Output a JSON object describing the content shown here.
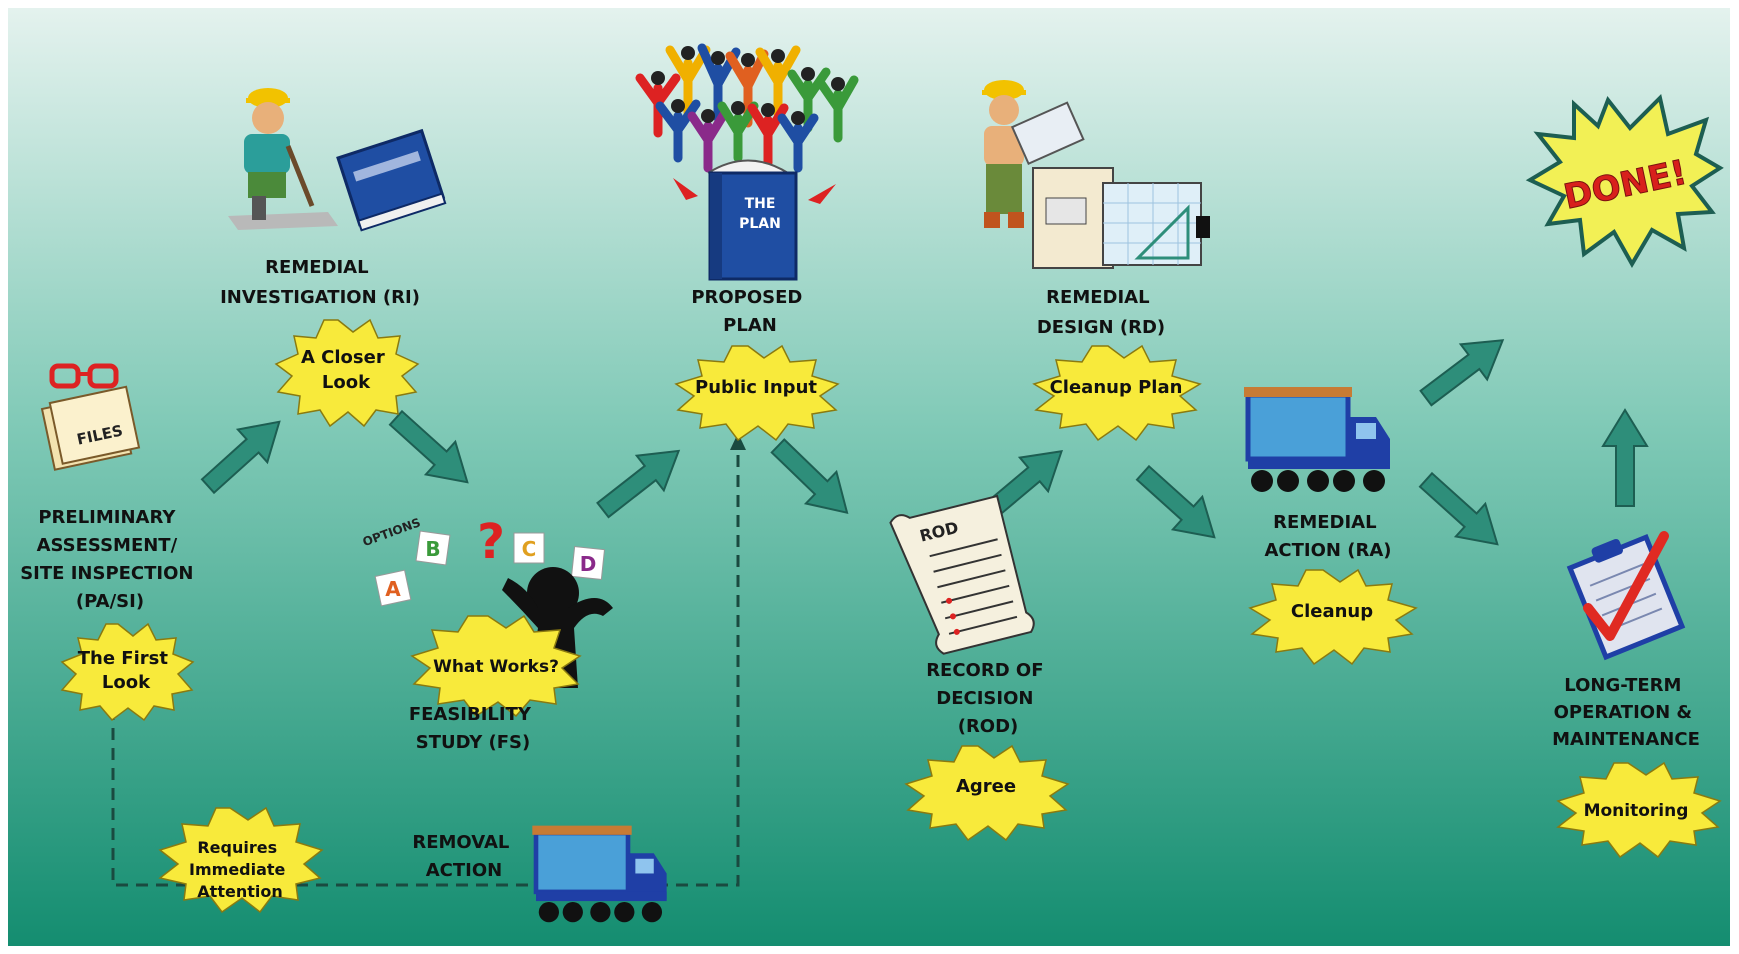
{
  "stages": {
    "pa_si": {
      "label_lines": [
        "PRELIMINARY",
        "ASSESSMENT/",
        "SITE INSPECTION",
        "(PA/SI)"
      ],
      "burst_lines": [
        "The First",
        "Look"
      ],
      "icon_text": "FILES"
    },
    "ri": {
      "label_lines": [
        "REMEDIAL",
        "INVESTIGATION (RI)"
      ],
      "burst_lines": [
        "A Closer",
        "Look"
      ]
    },
    "fs": {
      "label_lines": [
        "FEASIBILITY",
        "STUDY (FS)"
      ],
      "burst_lines": [
        "What Works?"
      ],
      "options_text": "OPTIONS",
      "option_letters": [
        "A",
        "B",
        "C",
        "D"
      ],
      "question_mark": "?"
    },
    "pp": {
      "label_lines": [
        "PROPOSED",
        "PLAN"
      ],
      "burst_lines": [
        "Public Input"
      ],
      "book_text": [
        "THE",
        "PLAN"
      ]
    },
    "rod": {
      "label_lines": [
        "RECORD OF",
        "DECISION",
        "(ROD)"
      ],
      "burst_lines": [
        "Agree"
      ],
      "scroll_text": "ROD"
    },
    "rd": {
      "label_lines": [
        "REMEDIAL",
        "DESIGN (RD)"
      ],
      "burst_lines": [
        "Cleanup Plan"
      ]
    },
    "ra": {
      "label_lines": [
        "REMEDIAL",
        "ACTION (RA)"
      ],
      "burst_lines": [
        "Cleanup"
      ]
    },
    "ltom": {
      "label_lines": [
        "LONG-TERM",
        "OPERATION &",
        "MAINTENANCE"
      ],
      "burst_lines": [
        "Monitoring"
      ]
    },
    "removal": {
      "label_lines": [
        "REMOVAL",
        "ACTION"
      ],
      "burst_lines": [
        "Requires",
        "Immediate",
        "Attention"
      ]
    },
    "done": {
      "text": "DONE!"
    }
  },
  "colors": {
    "background_top": "#e4f2ee",
    "background_bottom": "#148d70",
    "arrow": "#2e8e7a",
    "arrow_outline": "#1d5e52",
    "burst_fill": "#f8ea3b",
    "done_burst": "#f2f055",
    "done_text": "#d8201c",
    "truck_body": "#4aa0d8",
    "truck_cab": "#1f3fa6",
    "book": "#1f4ea3"
  }
}
